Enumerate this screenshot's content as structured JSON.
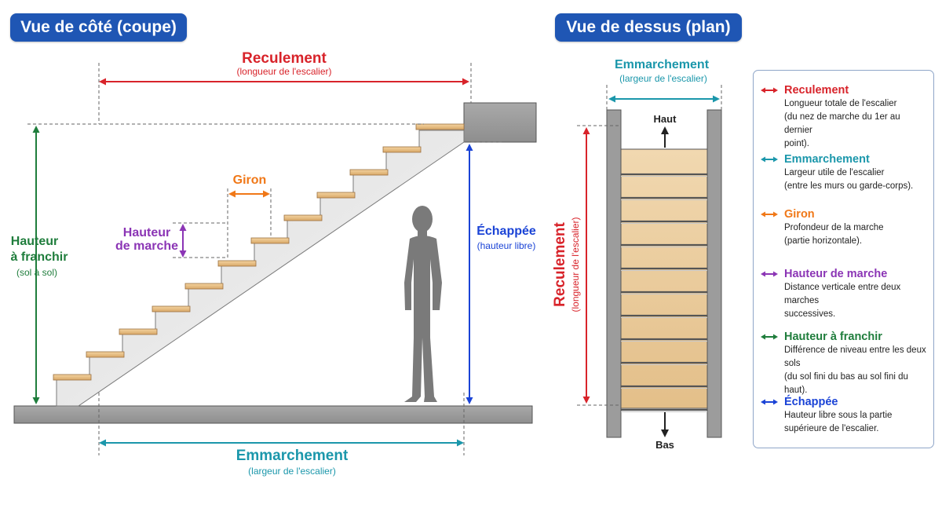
{
  "colors": {
    "reculement": "#d8232a",
    "emmarchement": "#1b97ab",
    "giron": "#f07818",
    "hauteur_marche": "#8b35b5",
    "hauteur_franchir": "#1f7d3c",
    "echappee": "#1a43d6",
    "badge": "#1f56b4"
  },
  "side_view": {
    "title": "Vue de côté (coupe)",
    "reculement_label": "Reculement",
    "reculement_sub": "(longueur de l'escalier)",
    "hauteur_label_1": "Hauteur",
    "hauteur_label_2": "à franchir",
    "hauteur_sub": "(sol à sol)",
    "giron_label": "Giron",
    "hauteur_marche_1": "Hauteur",
    "hauteur_marche_2": "de marche",
    "echappee_label": "Échappée",
    "echappee_sub": "(hauteur libre)",
    "emmarchement_label": "Emmarchement",
    "emmarchement_sub": "(largeur de l'escalier)"
  },
  "top_view": {
    "title": "Vue de dessus (plan)",
    "emmarchement_label": "Emmarchement",
    "emmarchement_sub": "(largeur de l'escalier)",
    "reculement_label": "Reculement",
    "reculement_sub": "(longueur de l'escalier)",
    "haut_label": "Haut",
    "bas_label": "Bas"
  },
  "legend": [
    {
      "key": "reculement",
      "title": "Reculement",
      "desc_lines": [
        "Longueur totale de l'escalier",
        "(du nez de marche du 1er au dernier",
        "point)."
      ]
    },
    {
      "key": "emmarchement",
      "title": "Emmarchement",
      "desc_lines": [
        "Largeur utile de l'escalier",
        "(entre les murs ou garde-corps)."
      ]
    },
    {
      "key": "giron",
      "title": "Giron",
      "desc_lines": [
        "Profondeur de la marche",
        "(partie horizontale)."
      ]
    },
    {
      "key": "hauteur_marche",
      "title": "Hauteur de marche",
      "desc_lines": [
        "Distance verticale entre deux marches",
        "successives."
      ]
    },
    {
      "key": "hauteur_franchir",
      "title": "Hauteur à franchir",
      "desc_lines": [
        "Différence de niveau entre les deux sols",
        "(du sol fini du bas au sol fini du haut)."
      ]
    },
    {
      "key": "echappee",
      "title": "Échappée",
      "desc_lines": [
        "Hauteur libre sous la partie",
        "supérieure de l'escalier."
      ]
    }
  ]
}
